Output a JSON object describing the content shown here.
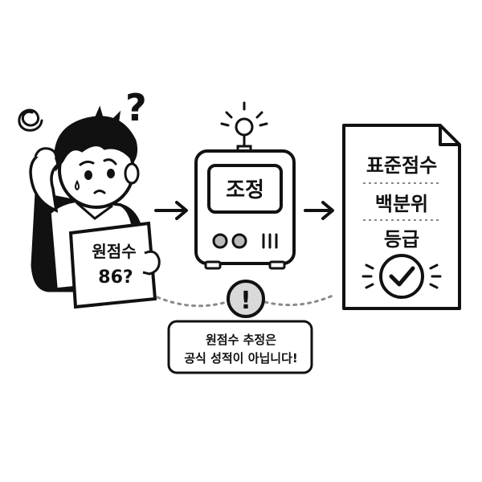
{
  "student": {
    "sign_line1": "원점수",
    "sign_line2": "86?",
    "thought_mark": "?"
  },
  "machine": {
    "label": "조정"
  },
  "document": {
    "items": [
      "표준점수",
      "백분위",
      "등급"
    ]
  },
  "warning": {
    "mark": "!",
    "line1": "원점수 추정은",
    "line2": "공식 성적이 아닙니다!"
  },
  "colors": {
    "ink": "#111111",
    "paper": "#ffffff",
    "skin": "#ffffff",
    "hair": "#111111",
    "warning_fill": "#d9d9d9",
    "dotted": "#8a8a8a"
  },
  "icons": [
    "confused-student",
    "question-mark-icon",
    "scribble-icon",
    "arrow-right-icon",
    "robot-machine-icon",
    "antenna-icon",
    "document-icon",
    "check-circle-icon",
    "warning-icon"
  ]
}
